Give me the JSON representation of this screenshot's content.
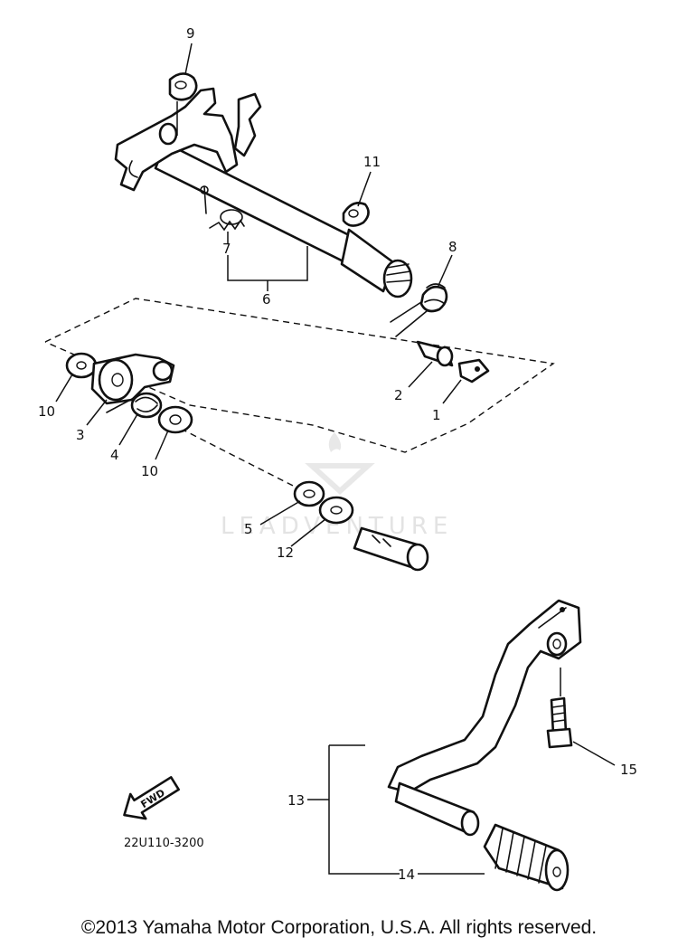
{
  "diagram": {
    "part_code": "22U110-3200",
    "watermark_text": "LEADVENTURE",
    "callouts": [
      "1",
      "2",
      "3",
      "4",
      "5",
      "6",
      "7",
      "8",
      "9",
      "10",
      "10",
      "11",
      "12",
      "13",
      "14",
      "15"
    ],
    "front_arrow_label": "FWD"
  },
  "footer": {
    "copyright": "©2013 Yamaha Motor Corporation, U.S.A. All rights reserved."
  },
  "colors": {
    "ink": "#111111",
    "background": "#ffffff",
    "watermark": "#e0e0e0"
  }
}
